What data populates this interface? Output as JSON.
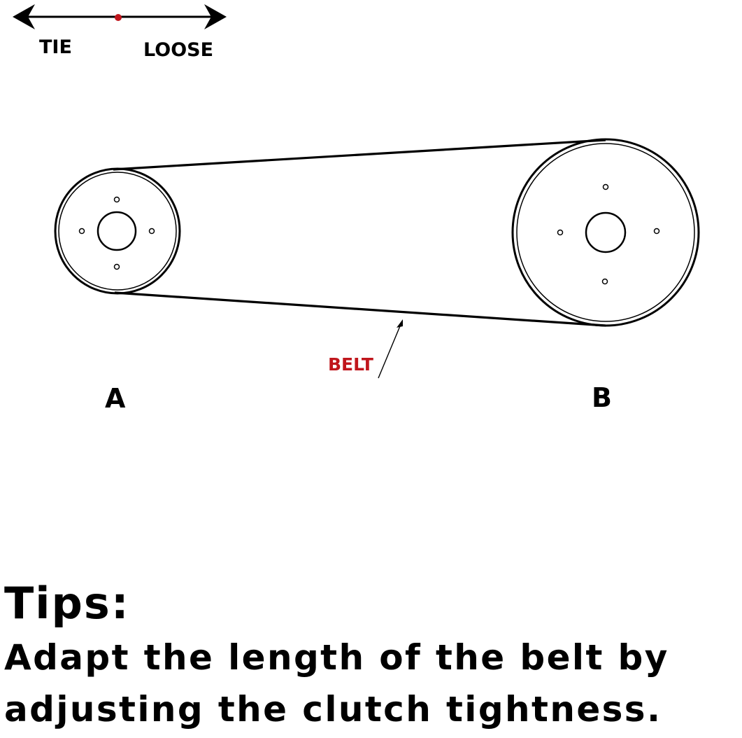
{
  "legend": {
    "left_label": "TIE",
    "right_label": "LOOSE"
  },
  "diagram": {
    "belt_label": "BELT",
    "pulley_a_label": "A",
    "pulley_b_label": "B"
  },
  "colors": {
    "line": "#000000",
    "accent_red": "#c0161c"
  },
  "tips": {
    "heading": "Tips:",
    "line1": "Adapt the length of the belt by",
    "line2": "adjusting the clutch tightness."
  }
}
